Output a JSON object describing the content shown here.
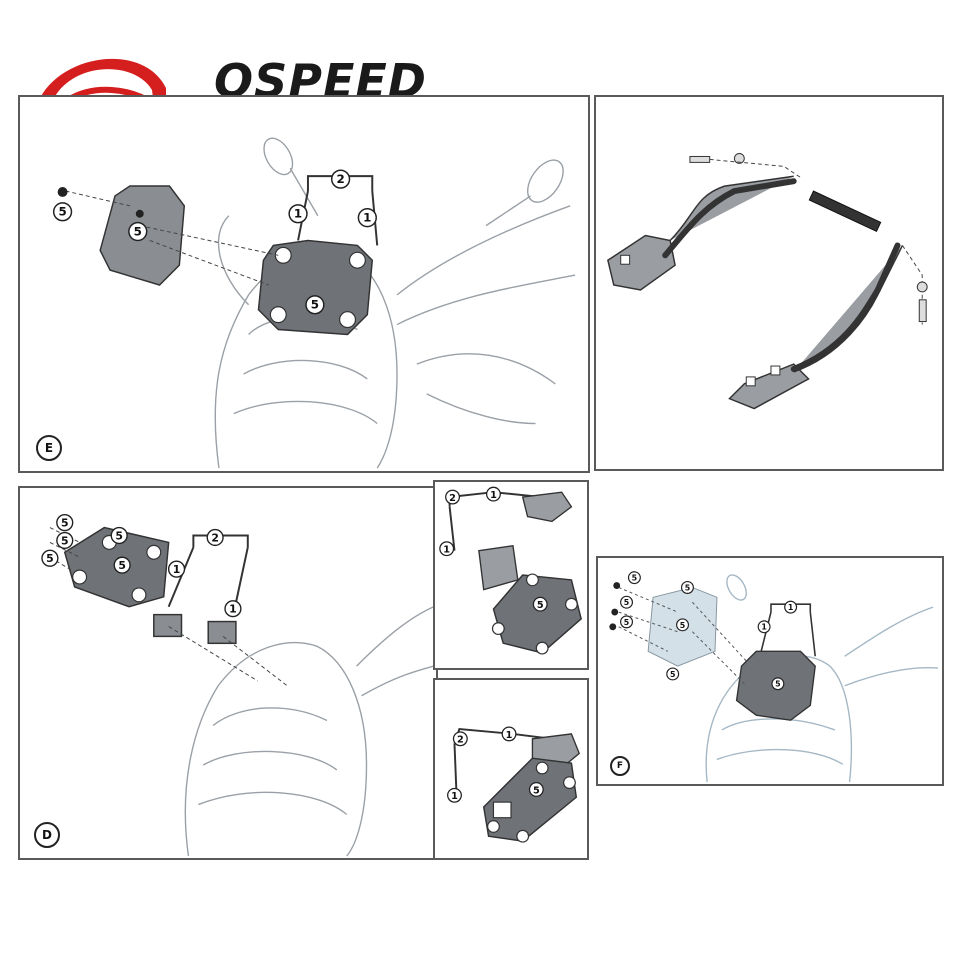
{
  "brand": {
    "name": "OSPEED",
    "accent": "#d51f1f"
  },
  "panels": {
    "e": {
      "letter": "E",
      "callouts": [
        "5",
        "5",
        "2",
        "1",
        "1",
        "5"
      ]
    },
    "rack": {
      "callouts": []
    },
    "d": {
      "letter": "D",
      "callouts": [
        "5",
        "5",
        "5",
        "5",
        "5",
        "2",
        "1",
        "1"
      ]
    },
    "d_detail_top": {
      "callouts": [
        "2",
        "1",
        "1",
        "5"
      ]
    },
    "d_detail_bottom": {
      "callouts": [
        "2",
        "1",
        "1",
        "5"
      ]
    },
    "f": {
      "letter": "F",
      "callouts": [
        "5",
        "5",
        "5",
        "5",
        "5",
        "5",
        "1",
        "1",
        "5"
      ]
    }
  }
}
